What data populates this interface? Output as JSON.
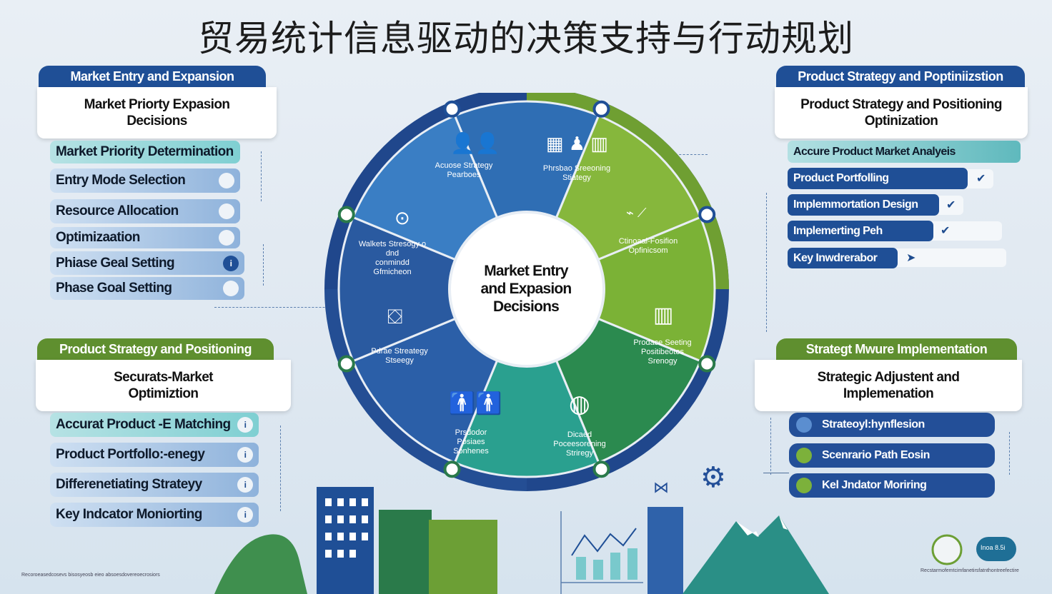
{
  "title": "贸易统计信息驱动的决策支持与行动规划",
  "left_top": {
    "header": "Market Entry and Expansion",
    "card": [
      "Market Priorty Expasion",
      "Decisions"
    ],
    "items": [
      "Market Priority Determination",
      "Entry Mode Selection",
      "Resource Allocation",
      "Optimizaation",
      "Phiase Geal Setting",
      "Phase Goal Setting"
    ]
  },
  "left_bottom": {
    "header": "Product Strategy and Positioning",
    "card": [
      "Securats-Market",
      "Optimiztion"
    ],
    "items": [
      "Accurat Product -E Matching",
      "Product Portfollo:-enegy",
      "Differenetiating Strateyy",
      "Key Indcator Moniorting"
    ]
  },
  "right_top": {
    "header": "Product Strategy and Poptiniizstion",
    "card": [
      "Product Strategy and Positioning",
      "Optinization"
    ],
    "items": [
      "Accure Product Market Analyeis",
      "Product Portfolling",
      "Implemmortation Design",
      "Implemerting Peh",
      "Key Inwdrerabor"
    ]
  },
  "right_bottom": {
    "header": "Strategt Mwure Implementation",
    "card": [
      "Strategic Adjustent and",
      "Implemenation"
    ],
    "items": [
      "Strateoyl:hynflesion",
      "Scenrario Path Eosin",
      "Kel Jndator Moriring"
    ]
  },
  "wheel": {
    "hub": [
      "Market Entry",
      "and Expasion",
      "Decisions"
    ],
    "segments": [
      [
        "Acuose Strategy",
        "Pearboes"
      ],
      [
        "Phrsbao Sreeoning",
        "Stiategy"
      ],
      [
        "Ctinoaal-Fosifion",
        "Opfinicsom"
      ],
      [
        "Prodace Seeting",
        "Positibeotos",
        "Srenogy"
      ],
      [
        "Dicaed",
        "Poceesorening",
        "Striregy"
      ],
      [
        "Prsdodor",
        "Posiaes",
        "Sonhenes"
      ],
      [
        "Pdrae Streategy",
        "Stseegy"
      ],
      [
        "Walkets Stresogy o dnd",
        "conmindd",
        "Gfmicheon"
      ]
    ],
    "colors": [
      "#2f6eb4",
      "#86b73c",
      "#7bb236",
      "#2b8a4f",
      "#2aa08f",
      "#2b5fa8",
      "#2a5aa0",
      "#3a7ec4"
    ]
  },
  "footer": {
    "left_note": "Recoroeasedcosevs bisosyeosb eieo absoesdovereoecrosiors",
    "right_note": "Recstarmofemtcimfanetirsfatnthontreefectire",
    "badge_text": "Inoa 8.5i"
  },
  "colors": {
    "navy": "#1f4f96",
    "green": "#5f8f2f",
    "teal": "#79c9cc",
    "background": "#e3ebf3"
  }
}
